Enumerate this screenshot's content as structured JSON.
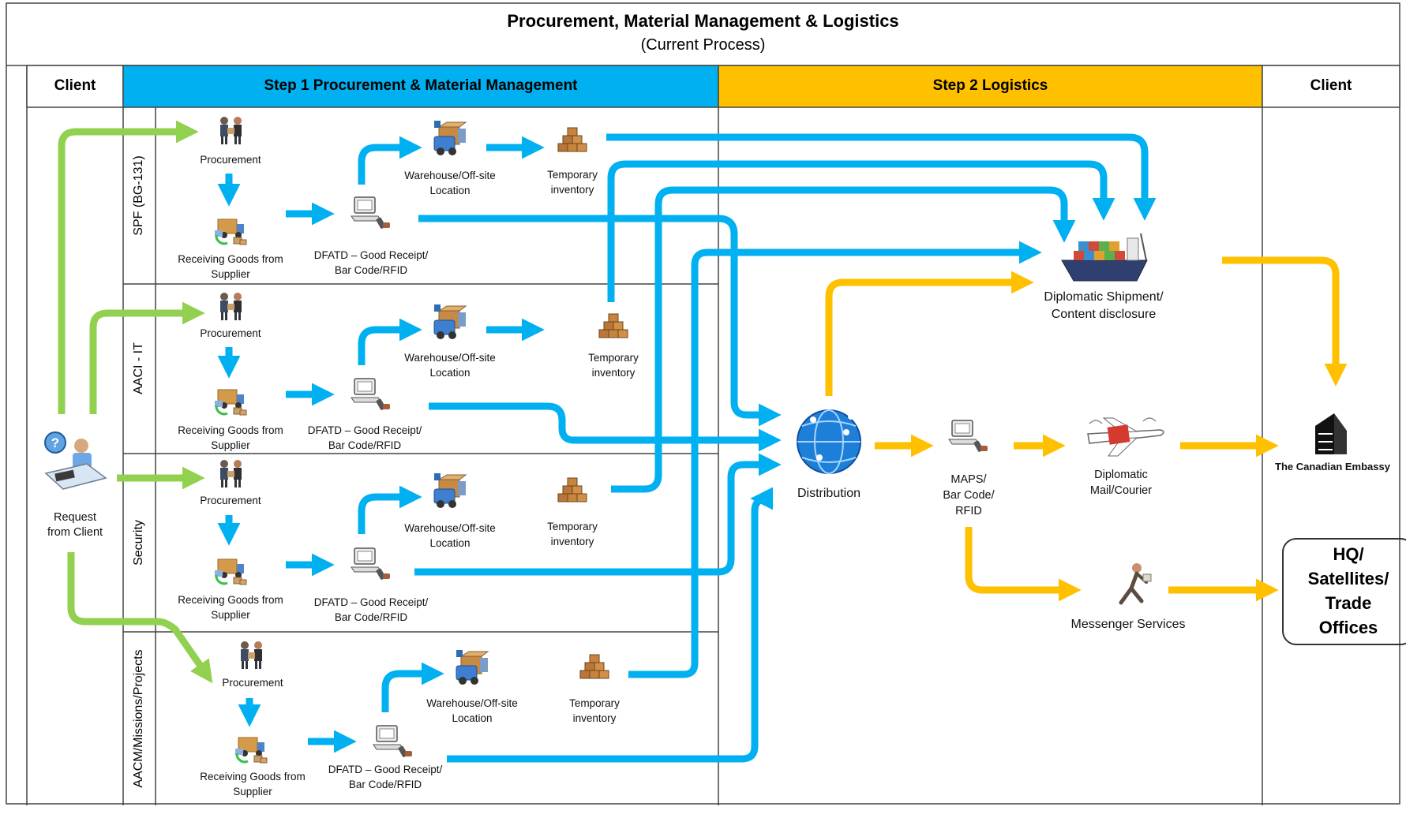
{
  "title": "Procurement, Material Management & Logistics",
  "subtitle": "(Current Process)",
  "headers": {
    "client_left": "Client",
    "step1": "Step 1 Procurement & Material Management",
    "step2": "Step 2 Logistics",
    "client_right": "Client"
  },
  "lanes": [
    "SPF (BG-131)",
    "AACI - IT",
    "Security",
    "AACM/Missions/Projects"
  ],
  "lane_nodes": {
    "procurement": "Procurement",
    "receiving_line1": "Receiving Goods from",
    "receiving_line2": "Supplier",
    "dfatd_line1": "DFATD – Good Receipt/",
    "dfatd_line2": "Bar Code/RFID",
    "warehouse_line1": "Warehouse/Off-site",
    "warehouse_line2": "Location",
    "temp_line1": "Temporary",
    "temp_line2": "inventory"
  },
  "client_request": {
    "line1": "Request",
    "line2": "from Client"
  },
  "logistics": {
    "distribution": "Distribution",
    "shipment_line1": "Diplomatic Shipment/",
    "shipment_line2": "Content disclosure",
    "maps_line1": "MAPS/",
    "maps_line2": "Bar Code/",
    "maps_line3": "RFID",
    "mail_line1": "Diplomatic",
    "mail_line2": "Mail/Courier",
    "messenger": "Messenger Services"
  },
  "destinations": {
    "embassy": "The Canadian Embassy",
    "hq_line1": "HQ/",
    "hq_line2": "Satellites/",
    "hq_line3": "Trade",
    "hq_line4": "Offices"
  },
  "colors": {
    "step1_header": "#00b0f0",
    "step2_header": "#ffc000",
    "flow_green": "#92d050",
    "flow_blue": "#00b0f0",
    "flow_orange": "#ffc000"
  },
  "icons": [
    "procurement-icon",
    "receiving-goods-icon",
    "barcode-scanner-icon",
    "warehouse-icon",
    "inventory-boxes-icon",
    "client-helpdesk-icon",
    "globe-icon",
    "cargo-ship-icon",
    "airplane-mail-icon",
    "messenger-icon",
    "embassy-building-icon"
  ]
}
